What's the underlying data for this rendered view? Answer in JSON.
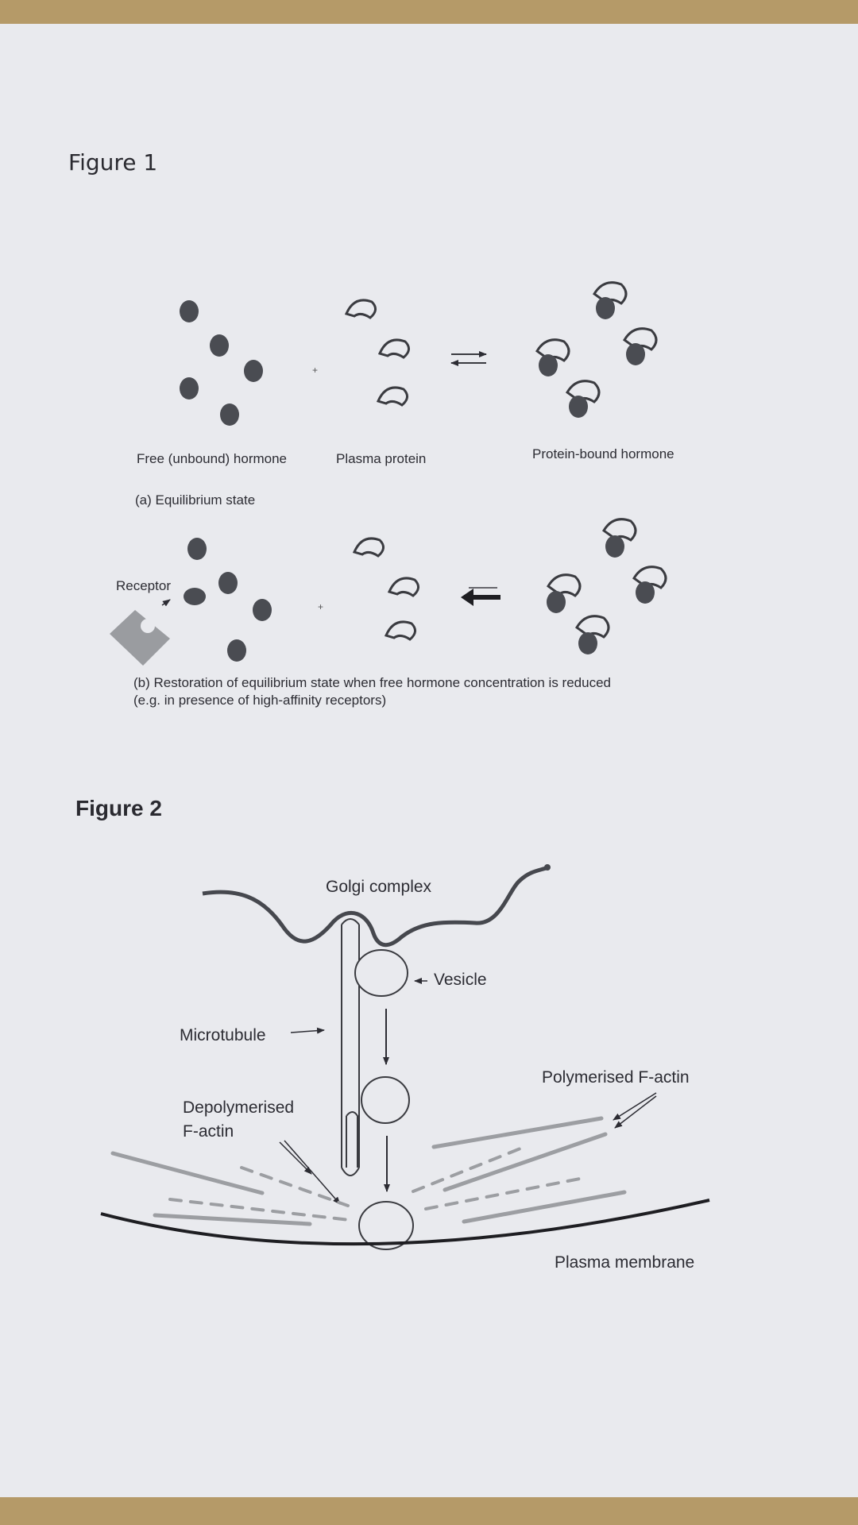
{
  "figure1": {
    "heading": "Figure 1",
    "labels": {
      "free_hormone": "Free (unbound) hormone",
      "plasma_protein": "Plasma protein",
      "protein_bound": "Protein-bound hormone",
      "plus": "+",
      "receptor": "Receptor"
    },
    "caption_a": "(a) Equilibrium state",
    "caption_b_line1": "(b) Restoration of equilibrium state when free hormone concentration is reduced",
    "caption_b_line2": "(e.g. in presence of high-affinity receptors)"
  },
  "figure2": {
    "heading": "Figure 2",
    "labels": {
      "golgi": "Golgi complex",
      "vesicle": "Vesicle",
      "microtubule": "Microtubule",
      "polymerised": "Polymerised F-actin",
      "depolymerised_1": "Depolymerised",
      "depolymerised_2": "F-actin",
      "plasma_membrane": "Plasma membrane"
    }
  },
  "colors": {
    "paper": "#e9eaee",
    "hormone": "#4a4c52",
    "receptor": "#9a9ca0",
    "actin": "#9c9ea2",
    "ink": "#2c2c33"
  }
}
